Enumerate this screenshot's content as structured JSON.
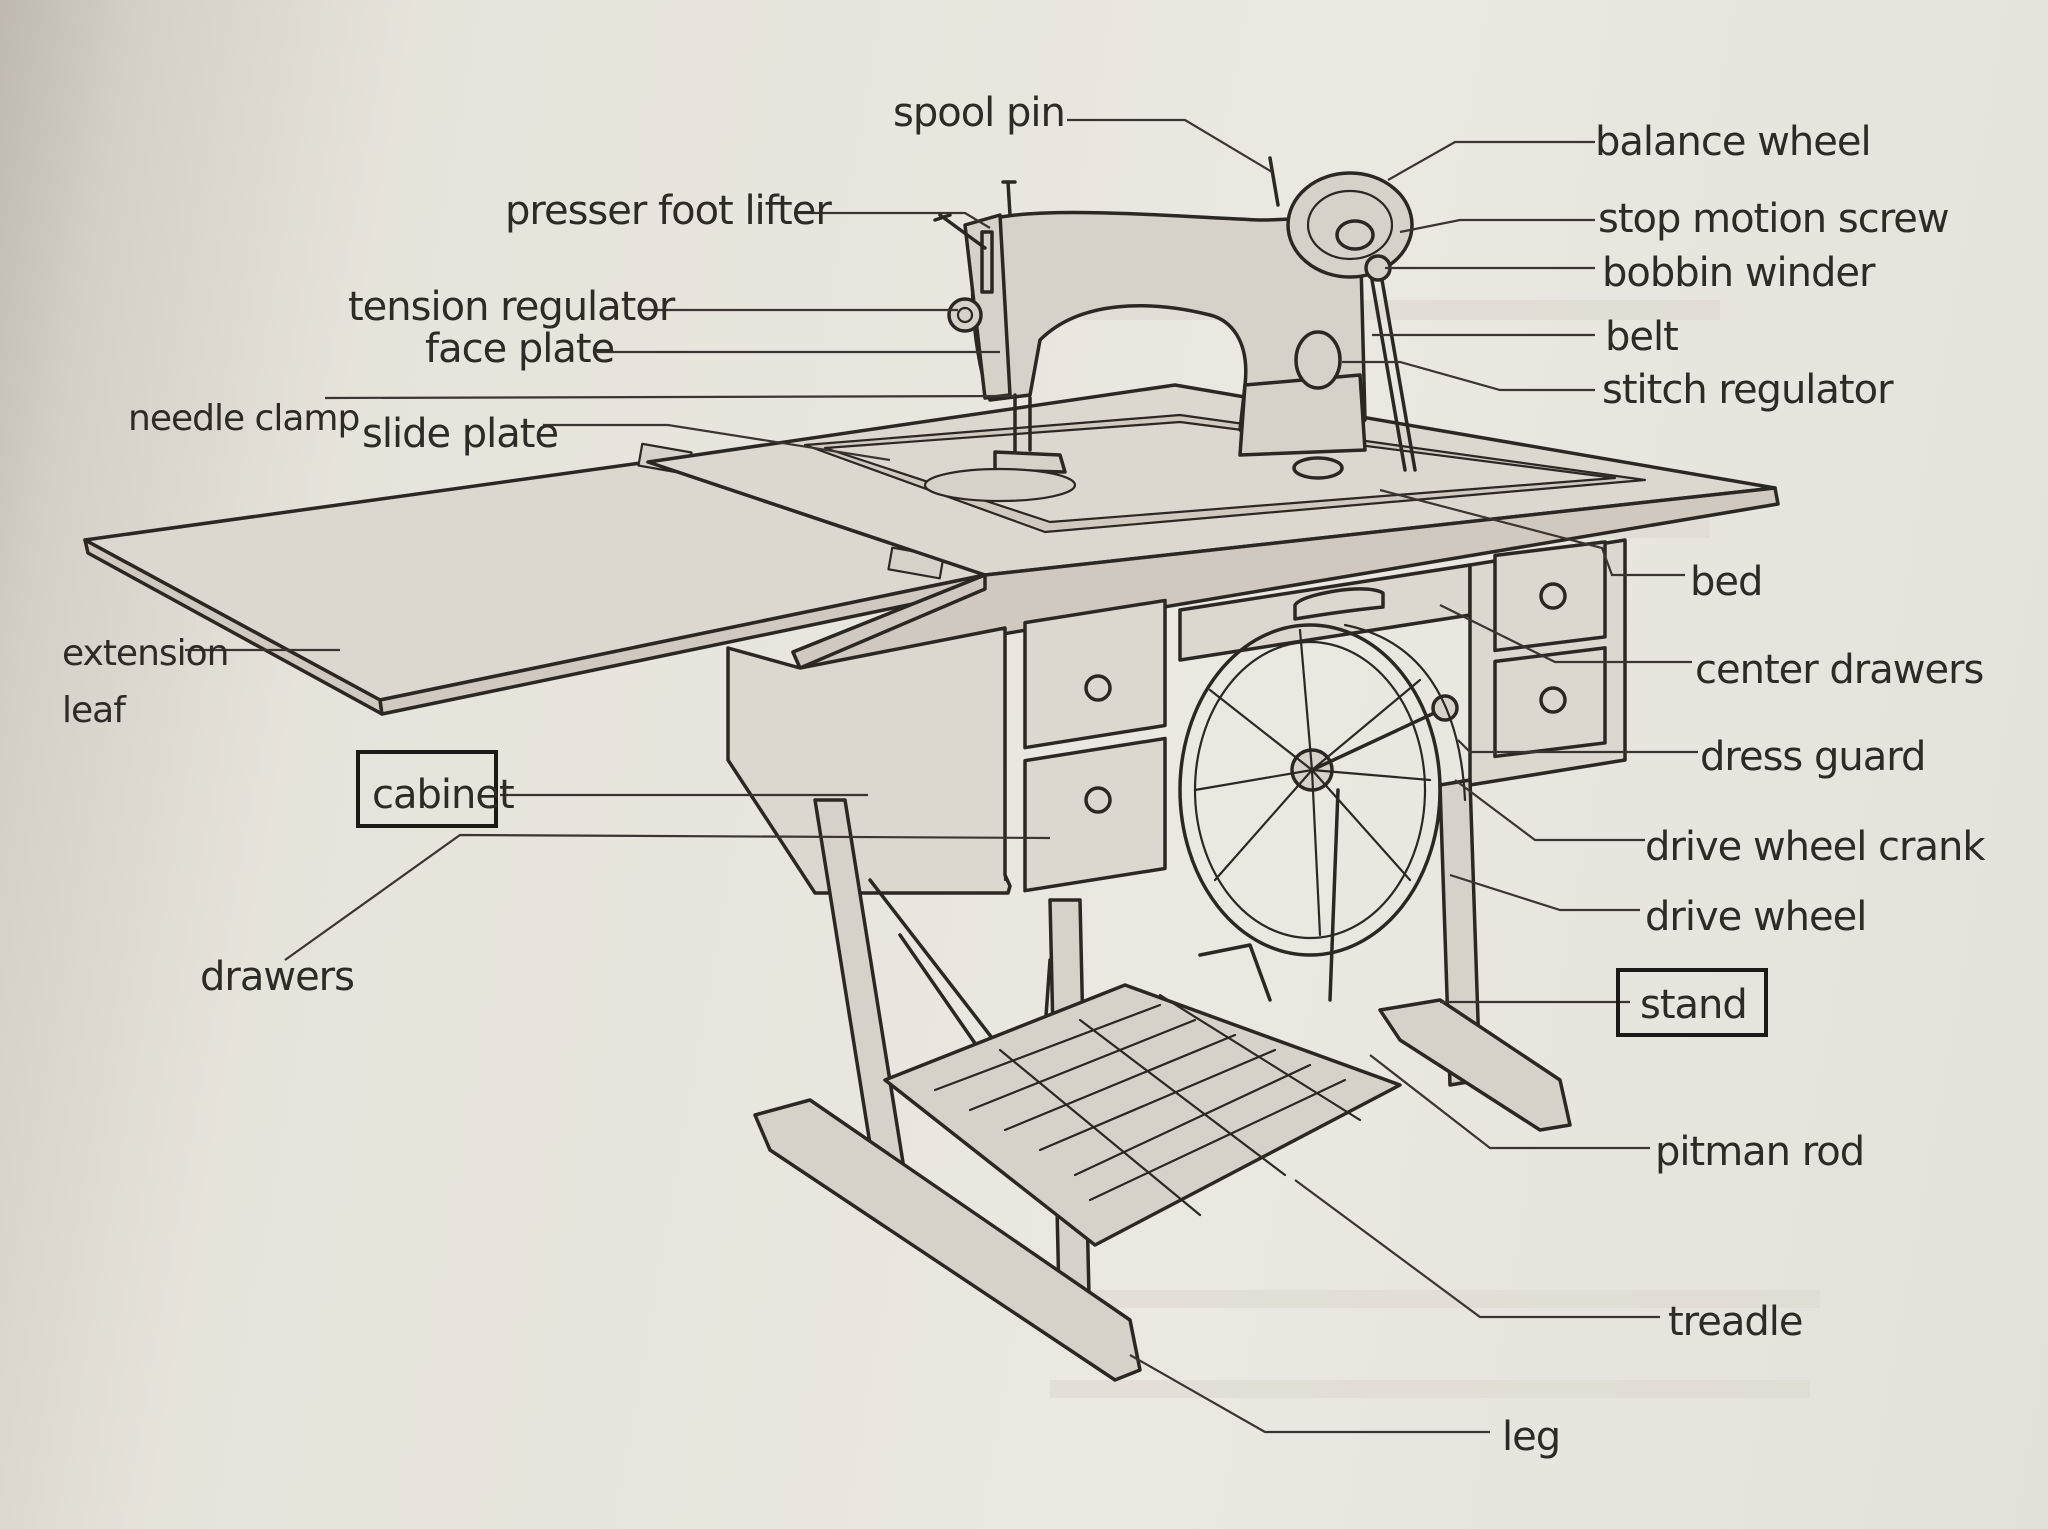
{
  "labels": {
    "spool_pin": "spool pin",
    "balance_wheel": "balance wheel",
    "presser_foot_lifter": "presser foot lifter",
    "stop_motion_screw": "stop motion screw",
    "bobbin_winder": "bobbin winder",
    "tension_regulator": "tension regulator",
    "face_plate": "face plate",
    "belt": "belt",
    "stitch_regulator": "stitch regulator",
    "needle_clamp": "needle clamp",
    "slide_plate": "slide plate",
    "bed": "bed",
    "extension_leaf_line1": "extension",
    "extension_leaf_line2": "leaf",
    "center_drawers": "center drawers",
    "dress_guard": "dress guard",
    "cabinet": "cabinet",
    "drive_wheel_crank": "drive wheel crank",
    "drive_wheel": "drive wheel",
    "drawers": "drawers",
    "stand": "stand",
    "pitman_rod": "pitman rod",
    "treadle": "treadle",
    "leg": "leg"
  },
  "colors": {
    "ink": "#2b2723",
    "paper": "#e6e3dc"
  }
}
